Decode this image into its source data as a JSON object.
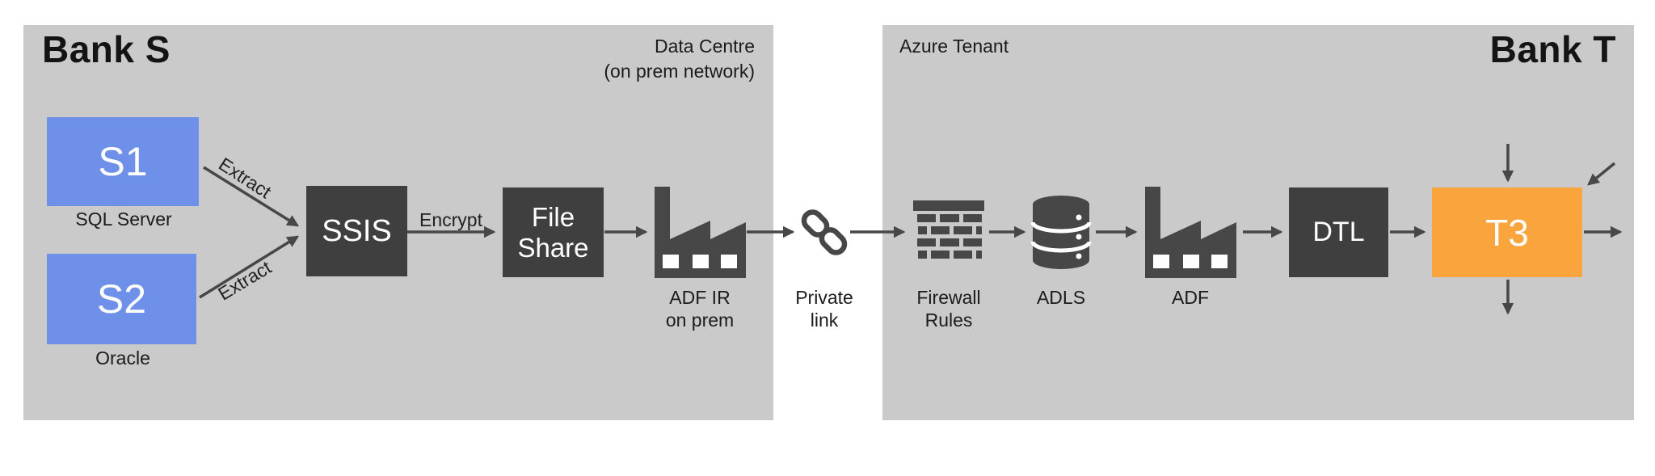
{
  "left_panel": {
    "title": "Bank S",
    "corner_note": "Data Centre\n(on prem network)"
  },
  "right_panel": {
    "corner_note": "Azure Tenant",
    "title": "Bank T"
  },
  "nodes": {
    "s1": {
      "label": "S1",
      "caption": "SQL Server"
    },
    "s2": {
      "label": "S2",
      "caption": "Oracle"
    },
    "ssis": {
      "label": "SSIS"
    },
    "file_share": {
      "label": "File Share"
    },
    "adf_ir": {
      "caption": "ADF IR\non prem"
    },
    "private_link": {
      "caption": "Private\nlink"
    },
    "firewall": {
      "caption": "Firewall\nRules"
    },
    "adls": {
      "caption": "ADLS"
    },
    "adf": {
      "caption": "ADF"
    },
    "dtl": {
      "label": "DTL"
    },
    "t3": {
      "label": "T3"
    }
  },
  "edge_labels": {
    "extract_s1": "Extract",
    "extract_s2": "Extract",
    "encrypt": "Encrypt"
  },
  "icons": {
    "adf_ir": "factory-icon",
    "adf": "factory-icon",
    "private_link": "chain-link-icon",
    "firewall": "brick-wall-icon",
    "adls": "database-icon"
  },
  "colors": {
    "panel_bg": "#cacaca",
    "box_dark": "#3f3f3f",
    "box_blue": "#6e90e8",
    "box_orange": "#f9a43d",
    "arrow": "#474747",
    "text": "#1b1b1b"
  }
}
